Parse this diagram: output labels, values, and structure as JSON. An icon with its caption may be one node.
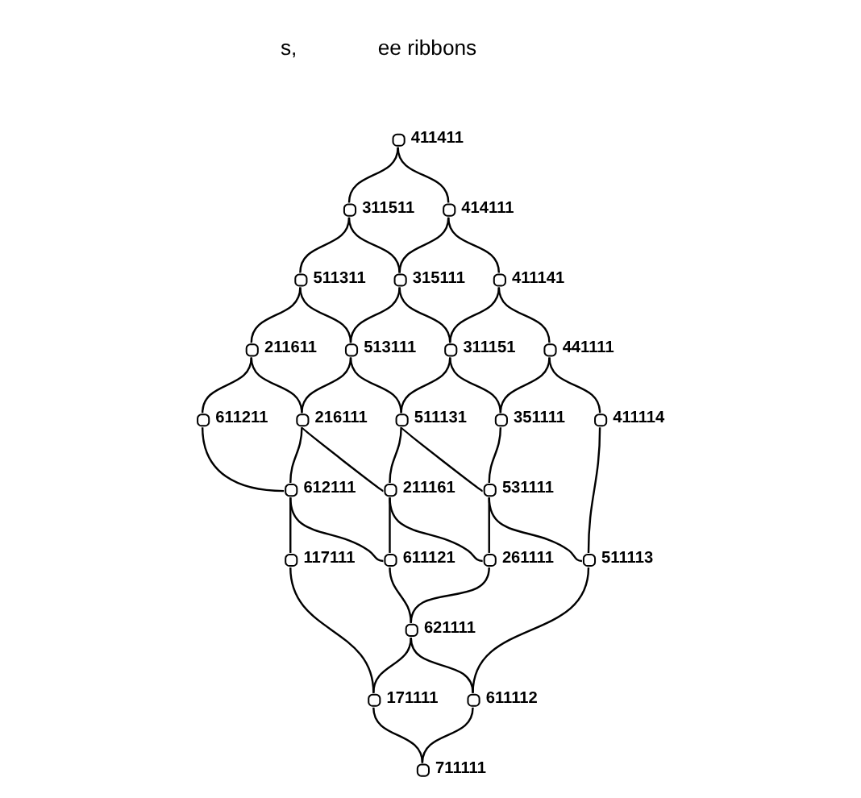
{
  "diagram": {
    "nodes": [
      {
        "text": [],
        "shape": "circle",
        "beside": [
          "411411"
        ]
      },
      {
        "text": [],
        "shape": "circle",
        "beside": [
          "311511"
        ]
      },
      {
        "text": [],
        "shape": "circle",
        "beside": [
          "414111"
        ]
      },
      {
        "text": [],
        "shape": "circle",
        "beside": [
          "511311"
        ]
      },
      {
        "text": [],
        "shape": "circle",
        "beside": [
          "315111"
        ]
      },
      {
        "text": [],
        "shape": "circle",
        "beside": [
          "411141"
        ]
      },
      {
        "text": [],
        "shape": "circle",
        "beside": [
          "211611"
        ]
      },
      {
        "text": [],
        "shape": "circle",
        "beside": [
          "513111"
        ]
      },
      {
        "text": [],
        "shape": "circle",
        "beside": [
          "311151"
        ]
      },
      {
        "text": [],
        "shape": "circle",
        "beside": [
          "441111"
        ]
      },
      {
        "text": [],
        "shape": "circle",
        "beside": [
          "611211"
        ]
      },
      {
        "text": [],
        "shape": "circle",
        "beside": [
          "216111"
        ]
      },
      {
        "text": [],
        "shape": "circle",
        "beside": [
          "511131"
        ]
      },
      {
        "text": [],
        "shape": "circle",
        "beside": [
          "351111"
        ]
      },
      {
        "text": [],
        "shape": "circle",
        "beside": [
          "411114"
        ]
      },
      {
        "text": [],
        "shape": "circle",
        "beside": [
          "612111"
        ]
      },
      {
        "text": [],
        "shape": "circle",
        "beside": [
          "211161"
        ]
      },
      {
        "text": [],
        "shape": "circle",
        "beside": [
          "531111"
        ]
      },
      {
        "text": [],
        "shape": "circle",
        "beside": [
          "117111"
        ]
      },
      {
        "text": [],
        "shape": "circle",
        "beside": [
          "611121"
        ]
      },
      {
        "text": [],
        "shape": "circle",
        "beside": [
          "261111"
        ]
      },
      {
        "text": [],
        "shape": "circle",
        "beside": [
          "511113"
        ]
      },
      {
        "text": [],
        "shape": "circle",
        "beside": [
          "621111"
        ]
      },
      {
        "text": [],
        "shape": "circle",
        "beside": [
          "171111"
        ]
      },
      {
        "text": [],
        "shape": "circle",
        "beside": [
          "611112"
        ]
      },
      {
        "text": [],
        "shape": "circle",
        "beside": [
          "711111"
        ]
      }
    ],
    "edges": [
      {
        "from": 0,
        "to": 1,
        "arrow": "none"
      },
      {
        "from": 0,
        "to": 2,
        "arrow": "none"
      },
      {
        "from": 1,
        "to": 3,
        "arrow": "none"
      },
      {
        "from": 1,
        "to": 4,
        "arrow": "none"
      },
      {
        "from": 2,
        "to": 4,
        "arrow": "none"
      },
      {
        "from": 2,
        "to": 5,
        "arrow": "none"
      },
      {
        "from": 3,
        "to": 6,
        "arrow": "none"
      },
      {
        "from": 3,
        "to": 7,
        "arrow": "none"
      },
      {
        "from": 4,
        "to": 7,
        "arrow": "none"
      },
      {
        "from": 4,
        "to": 8,
        "arrow": "none"
      },
      {
        "from": 5,
        "to": 8,
        "arrow": "none"
      },
      {
        "from": 5,
        "to": 9,
        "arrow": "none"
      },
      {
        "from": 6,
        "to": 10,
        "arrow": "none"
      },
      {
        "from": 6,
        "to": 11,
        "arrow": "none"
      },
      {
        "from": 7,
        "to": 11,
        "arrow": "none"
      },
      {
        "from": 7,
        "to": 12,
        "arrow": "none"
      },
      {
        "from": 8,
        "to": 12,
        "arrow": "none"
      },
      {
        "from": 8,
        "to": 13,
        "arrow": "none"
      },
      {
        "from": 9,
        "to": 13,
        "arrow": "none"
      },
      {
        "from": 9,
        "to": 14,
        "arrow": "none"
      },
      {
        "from": 10,
        "to": 15,
        "arrow": "none"
      },
      {
        "from": 11,
        "to": 15,
        "arrow": "none"
      },
      {
        "from": 11,
        "to": 16,
        "arrow": "none"
      },
      {
        "from": 12,
        "to": 16,
        "arrow": "none"
      },
      {
        "from": 12,
        "to": 17,
        "arrow": "none"
      },
      {
        "from": 13,
        "to": 17,
        "arrow": "none"
      },
      {
        "from": 14,
        "to": 21,
        "arrow": "none"
      },
      {
        "from": 15,
        "to": 18,
        "arrow": "none"
      },
      {
        "from": 15,
        "to": 19,
        "arrow": "none"
      },
      {
        "from": 16,
        "to": 19,
        "arrow": "none"
      },
      {
        "from": 16,
        "to": 20,
        "arrow": "none"
      },
      {
        "from": 17,
        "to": 20,
        "arrow": "none"
      },
      {
        "from": 17,
        "to": 21,
        "arrow": "none"
      },
      {
        "from": 18,
        "to": 23,
        "arrow": "none"
      },
      {
        "from": 19,
        "to": 22,
        "arrow": "none"
      },
      {
        "from": 20,
        "to": 22,
        "arrow": "none"
      },
      {
        "from": 21,
        "to": 24,
        "arrow": "none"
      },
      {
        "from": 22,
        "to": 23,
        "arrow": "none"
      },
      {
        "from": 22,
        "to": 24,
        "arrow": "none"
      },
      {
        "from": 23,
        "to": 25,
        "arrow": "none"
      },
      {
        "from": 24,
        "to": 25,
        "arrow": "none"
      }
    ],
    "labels": [
      "s,",
      "ee ribbons"
    ]
  }
}
